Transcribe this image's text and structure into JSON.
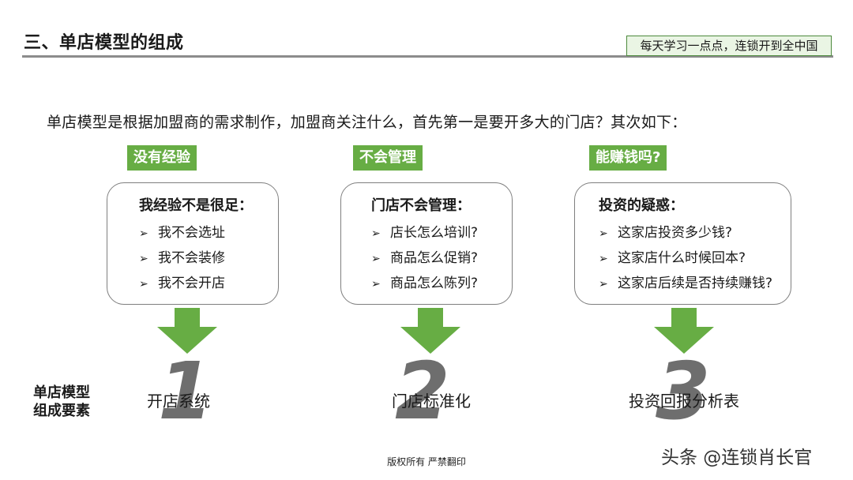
{
  "header": {
    "title": "三、单店模型的组成",
    "slogan": "每天学习一点点，连锁开到全中国"
  },
  "intro": "单店模型是根据加盟商的需求制作，加盟商关注什么，首先第一是要开多大的门店？其次如下：",
  "bullet_glyph": "➢",
  "columns": [
    {
      "tag": "没有经验",
      "heading": "我经验不是很足：",
      "items": [
        "我不会选址",
        "我不会装修",
        "我不会开店"
      ],
      "number": "1",
      "result": "开店系统"
    },
    {
      "tag": "不会管理",
      "heading": "门店不会管理：",
      "items": [
        "店长怎么培训?",
        "商品怎么促销?",
        "商品怎么陈列?"
      ],
      "number": "2",
      "result": "门店标准化"
    },
    {
      "tag": "能赚钱吗?",
      "heading": "投资的疑惑：",
      "items": [
        "这家店投资多少钱?",
        "这家店什么时候回本?",
        "这家店后续是否持续赚钱?"
      ],
      "number": "3",
      "result": "投资回报分析表"
    }
  ],
  "left_label": {
    "line1": "单店模型",
    "line2": "组成要素"
  },
  "footer": "版权所有  严禁翻印",
  "watermark": "头条 @连锁肖长官",
  "colors": {
    "accent_green": "#67ad44",
    "number_gray": "#6e6e6e"
  },
  "icons": [
    "down-arrow-icon"
  ]
}
